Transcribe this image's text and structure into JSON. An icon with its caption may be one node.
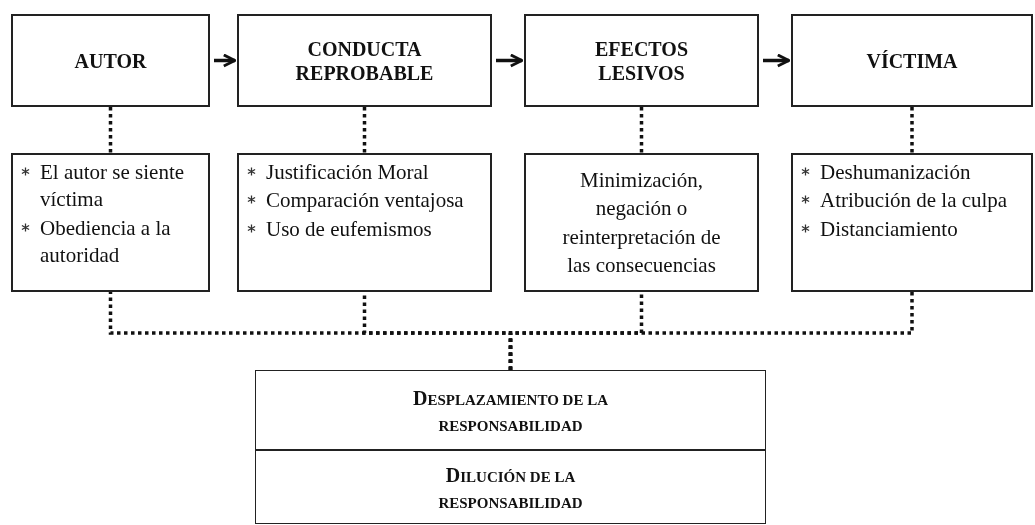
{
  "diagram": {
    "nodes": [
      {
        "text": [
          "AUTOR"
        ]
      },
      {
        "text": [
          "CONDUCTA REPROBABLE"
        ]
      },
      {
        "text": [
          "EFECTOS LESIVOS"
        ]
      },
      {
        "text": [
          "VÍCTIMA"
        ]
      },
      {
        "text": [
          "El autor se siente víctima",
          "Obediencia a la autoridad"
        ]
      },
      {
        "text": [
          "Justificación Moral",
          "Comparación ventajosa",
          "Uso de eufemismos"
        ]
      },
      {
        "text": [
          "Minimización, negación o reinterpretación de las consecuencias"
        ]
      },
      {
        "text": [
          "Deshumanización",
          "Atribución de la culpa",
          "Distanciamiento"
        ]
      },
      {
        "text": [
          "DESPLAZAMIENTO DE LA RESPONSABILIDAD"
        ]
      },
      {
        "text": [
          "DILUCIÓN DE LA RESPONSABILIDAD"
        ]
      }
    ],
    "edges": [
      {
        "from": 0,
        "to": 1,
        "arrow": "to"
      },
      {
        "from": 1,
        "to": 2,
        "arrow": "to"
      },
      {
        "from": 2,
        "to": 3,
        "arrow": "to"
      },
      {
        "from": 0,
        "to": 4,
        "arrow": "none",
        "style": "dashed"
      },
      {
        "from": 1,
        "to": 5,
        "arrow": "none",
        "style": "dashed"
      },
      {
        "from": 2,
        "to": 6,
        "arrow": "none",
        "style": "dashed"
      },
      {
        "from": 3,
        "to": 7,
        "arrow": "none",
        "style": "dashed"
      },
      {
        "from": 4,
        "to": 8,
        "arrow": "none",
        "style": "dashed"
      },
      {
        "from": 5,
        "to": 8,
        "arrow": "none",
        "style": "dashed"
      },
      {
        "from": 6,
        "to": 8,
        "arrow": "none",
        "style": "dashed"
      },
      {
        "from": 7,
        "to": 8,
        "arrow": "none",
        "style": "dashed"
      }
    ]
  }
}
